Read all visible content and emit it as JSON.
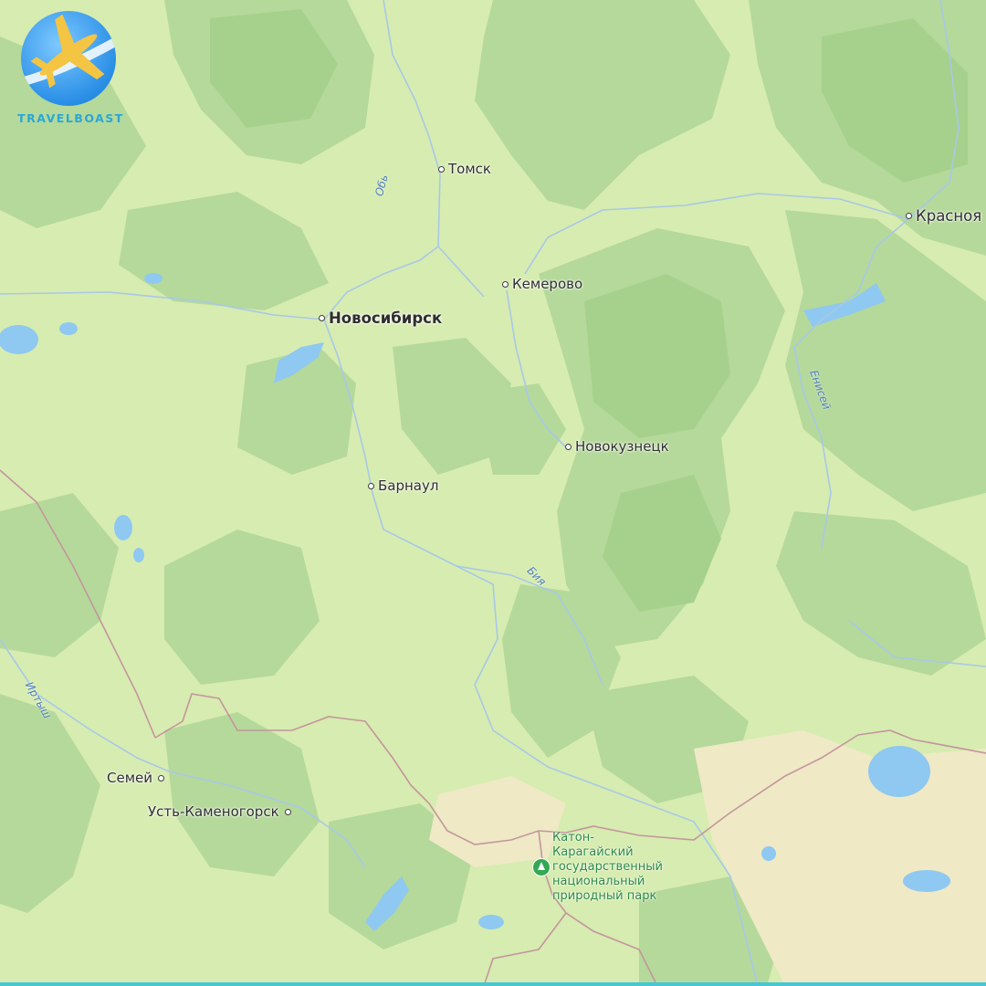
{
  "brand": {
    "name": "TRAVELBOAST",
    "accent_color": "#2aa7d6",
    "icon": "airplane-icon"
  },
  "map": {
    "colors": {
      "land_light": "#d7ecb0",
      "forest": "#b5d99a",
      "forest_dark": "#a6d18c",
      "water": "#8fc8f0",
      "river": "#a8c8e8",
      "border": "#c4959e",
      "desert": "#efe9c6"
    },
    "cities": [
      {
        "id": "tomsk",
        "name": "Томск"
      },
      {
        "id": "kemerovo",
        "name": "Кемерово"
      },
      {
        "id": "novosibirsk",
        "name": "Новосибирск",
        "major": true
      },
      {
        "id": "novokuznetsk",
        "name": "Новокузнецк"
      },
      {
        "id": "barnaul",
        "name": "Барнаул"
      },
      {
        "id": "krasnoyarsk",
        "name": "Красноя"
      },
      {
        "id": "semey",
        "name": "Семей"
      },
      {
        "id": "ust-kamenogorsk",
        "name": "Усть-Каменогорск"
      }
    ],
    "rivers": [
      {
        "id": "ob",
        "name": "Обь"
      },
      {
        "id": "enisei",
        "name": "Енисей"
      },
      {
        "id": "biya",
        "name": "Бия"
      },
      {
        "id": "irtysh",
        "name": "Иртыш"
      }
    ],
    "park": {
      "name": "Катон-\nКарагайский\nгосударственный\nнациональный\nприродный парк",
      "icon": "tree-icon"
    }
  }
}
